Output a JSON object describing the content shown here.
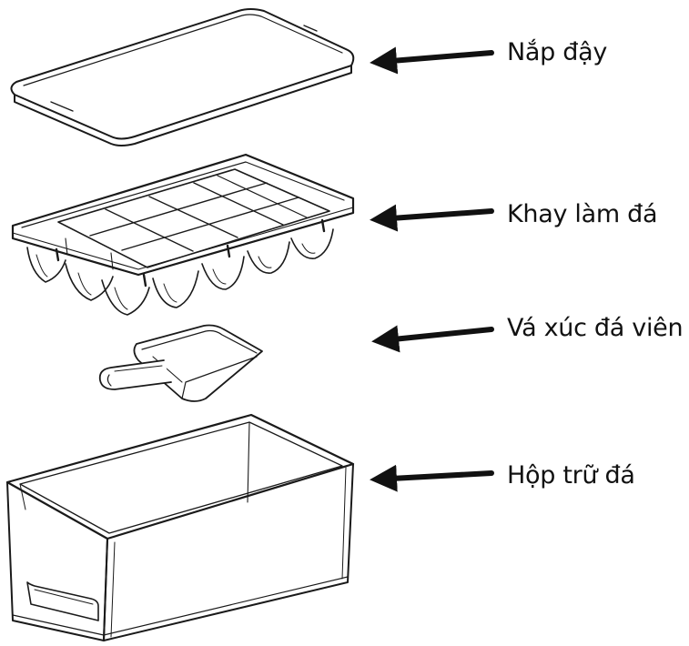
{
  "parts": [
    {
      "id": "lid",
      "label": "Nắp đậy"
    },
    {
      "id": "tray",
      "label": "Khay làm đá"
    },
    {
      "id": "scoop",
      "label": "Vá xúc đá viên"
    },
    {
      "id": "box",
      "label": "Hộp trữ đá"
    }
  ],
  "colors": {
    "line": "#1a1a1a",
    "background": "#ffffff"
  },
  "icons": {
    "pointer": "arrow-left-icon"
  }
}
